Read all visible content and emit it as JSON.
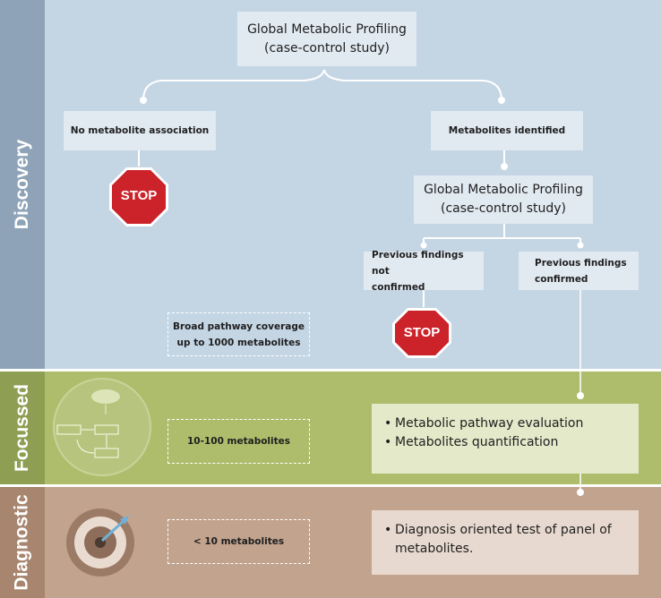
{
  "stages": {
    "discovery": "Discovery",
    "focussed": "Focussed",
    "diagnostic": "Diagnostic"
  },
  "discovery": {
    "top_box": {
      "line1": "Global Metabolic Profiling",
      "line2": "(case-control study)"
    },
    "left_box": "No metabolite association",
    "right_box": "Metabolites identified",
    "stop_label": "STOP",
    "second_box": {
      "line1": "Global Metabolic Profiling",
      "line2": "(case-control study)"
    },
    "not_confirmed": {
      "line1": "Previous findings not",
      "line2": "confirmed"
    },
    "confirmed": {
      "line1": "Previous findings",
      "line2": "confirmed"
    },
    "coverage": {
      "line1": "Broad pathway coverage",
      "line2": "up to 1000 metabolites"
    }
  },
  "focussed": {
    "coverage": "10-100 metabolites",
    "bullets": [
      "Metabolic pathway evaluation",
      "Metabolites quantification"
    ]
  },
  "diagnostic": {
    "coverage": "< 10 metabolites",
    "bullets": [
      "Diagnosis oriented test of panel of metabolites."
    ]
  },
  "colors": {
    "discovery_bg": "#c4d5e4",
    "discovery_side": "#8ea3b7",
    "focussed_bg": "#aebd6c",
    "focussed_side": "#8e9e52",
    "diagnostic_bg": "#c1a38e",
    "diagnostic_side": "#a7856f",
    "stop_red": "#cc2229"
  }
}
